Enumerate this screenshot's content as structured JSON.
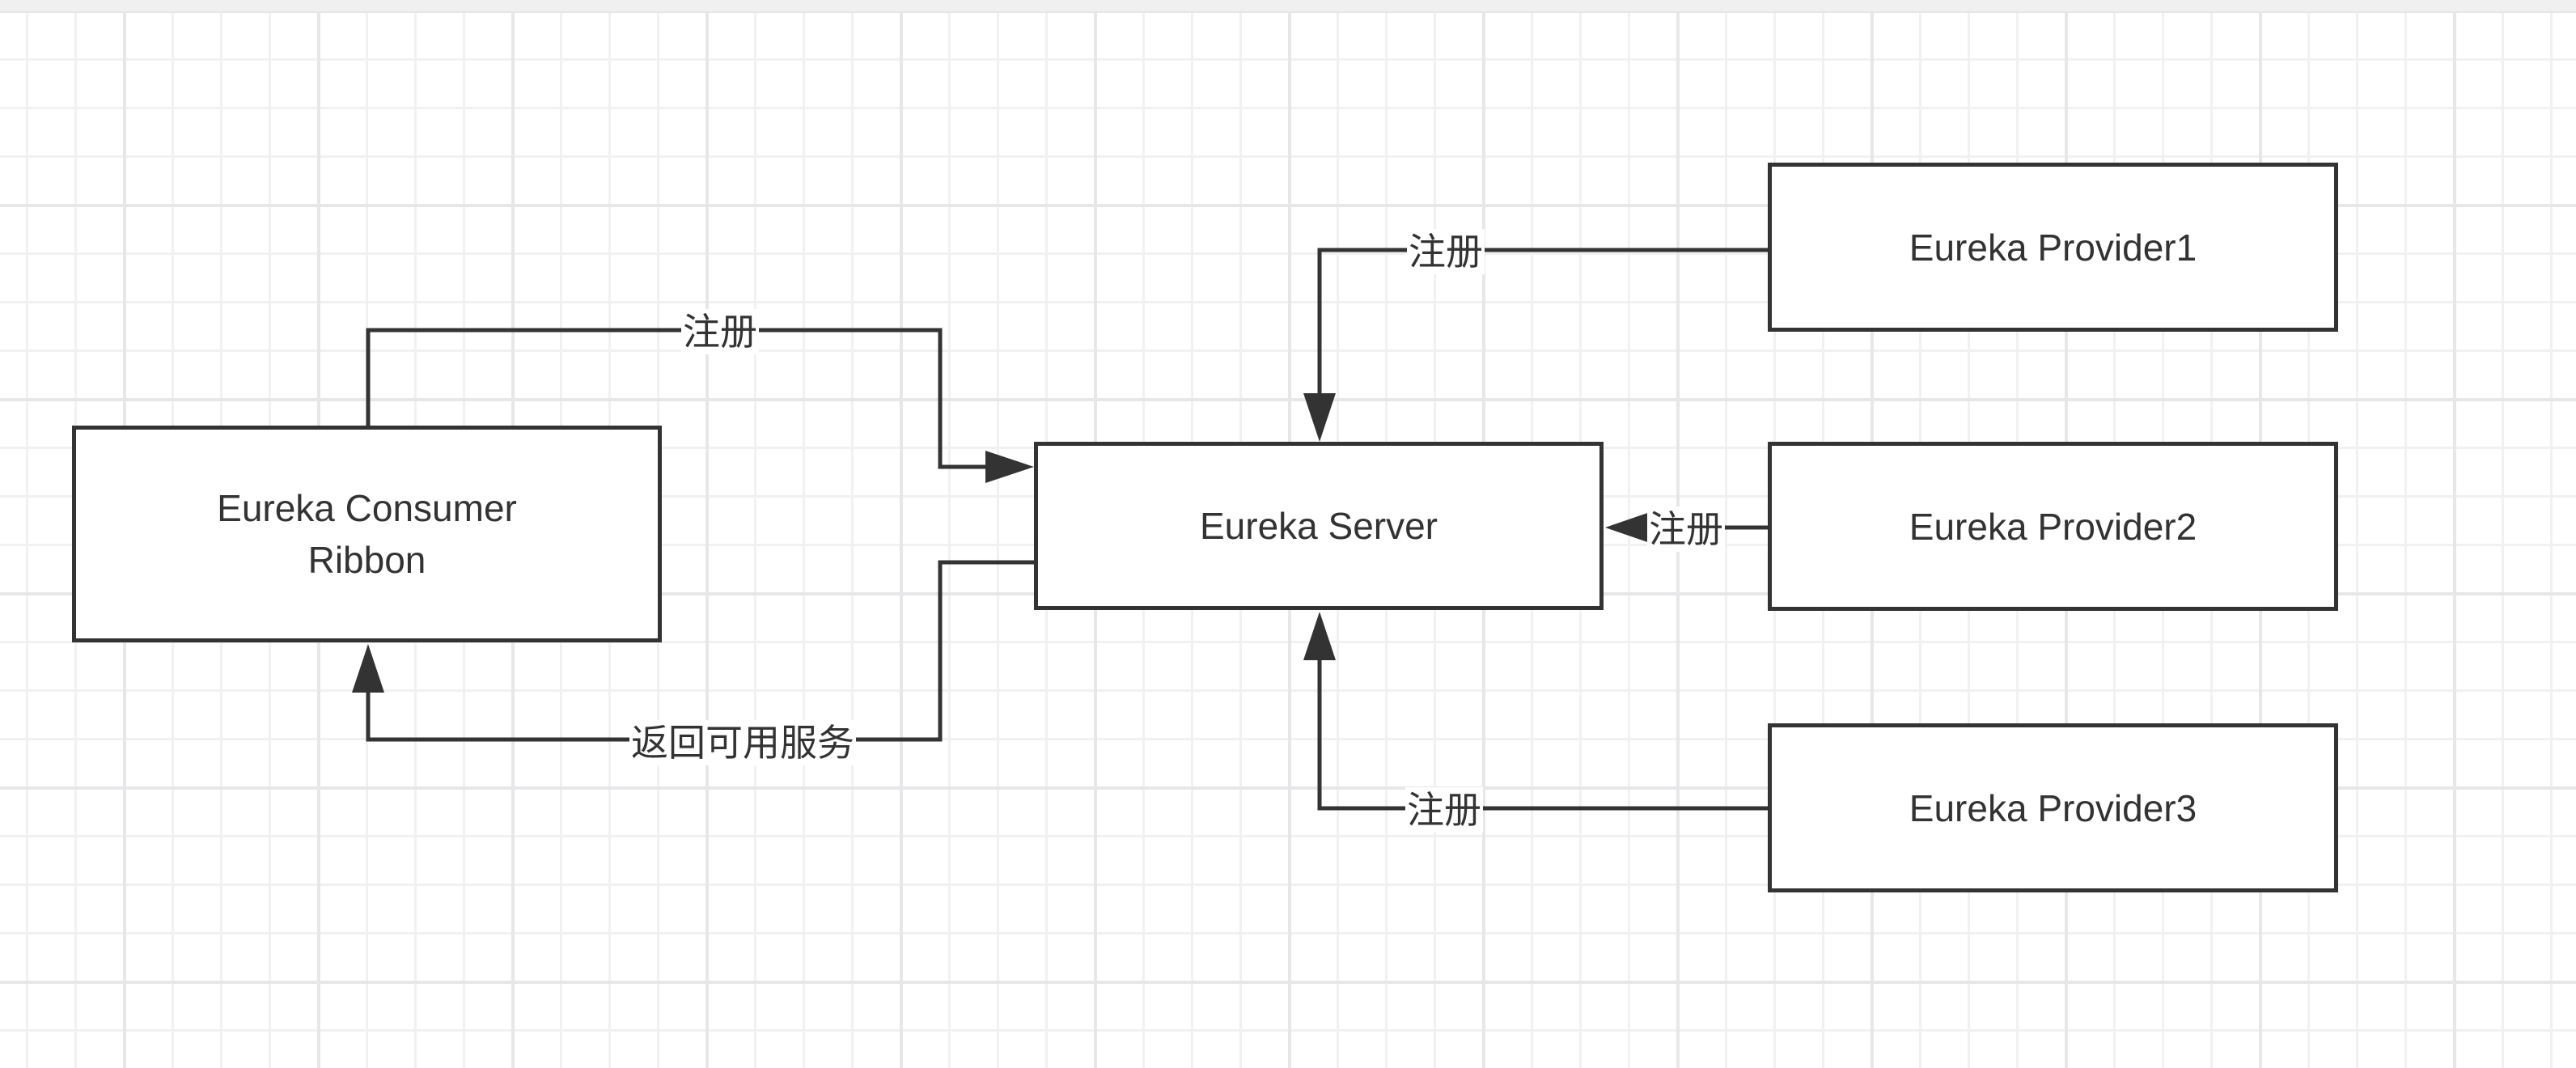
{
  "diagram": {
    "nodes": [
      {
        "id": "consumer",
        "label_lines": [
          "Eureka Consumer",
          "Ribbon"
        ]
      },
      {
        "id": "server",
        "label_lines": [
          "Eureka Server"
        ]
      },
      {
        "id": "provider1",
        "label_lines": [
          "Eureka Provider1"
        ]
      },
      {
        "id": "provider2",
        "label_lines": [
          "Eureka Provider2"
        ]
      },
      {
        "id": "provider3",
        "label_lines": [
          "Eureka Provider3"
        ]
      }
    ],
    "edges": [
      {
        "id": "consumer-register",
        "from": "consumer",
        "to": "server",
        "label": "注册"
      },
      {
        "id": "server-return",
        "from": "server",
        "to": "consumer",
        "label": "返回可用服务"
      },
      {
        "id": "provider1-register",
        "from": "provider1",
        "to": "server",
        "label": "注册"
      },
      {
        "id": "provider2-register",
        "from": "provider2",
        "to": "server",
        "label": "注册"
      },
      {
        "id": "provider3-register",
        "from": "provider3",
        "to": "server",
        "label": "注册"
      }
    ],
    "colors": {
      "stroke": "#333333",
      "grid": "#e7e7ea",
      "background": "#ffffff"
    }
  }
}
